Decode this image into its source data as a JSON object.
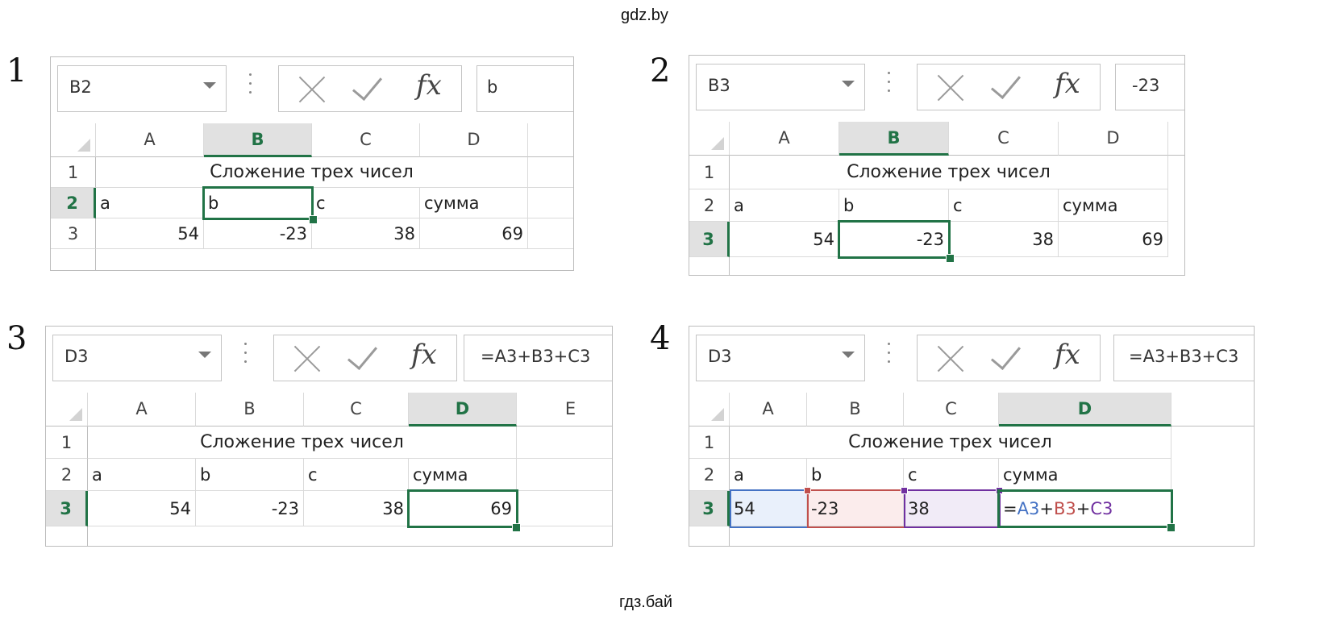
{
  "watermark_top": "gdz.by",
  "watermark_bottom": "гдз.бай",
  "panels": [
    {
      "number": "1",
      "name_box": "B2",
      "formula": "b",
      "columns": [
        "A",
        "B",
        "C",
        "D"
      ],
      "selected_column": "B",
      "rows": [
        "1",
        "2",
        "3"
      ],
      "selected_row": "2",
      "title": "Сложение трех чисел",
      "row2": [
        "a",
        "b",
        "c",
        "сумма"
      ],
      "row3": [
        "54",
        "-23",
        "38",
        "69"
      ]
    },
    {
      "number": "2",
      "name_box": "B3",
      "formula": "-23",
      "columns": [
        "A",
        "B",
        "C",
        "D"
      ],
      "selected_column": "B",
      "rows": [
        "1",
        "2",
        "3"
      ],
      "selected_row": "3",
      "title": "Сложение трех чисел",
      "row2": [
        "a",
        "b",
        "c",
        "сумма"
      ],
      "row3": [
        "54",
        "-23",
        "38",
        "69"
      ]
    },
    {
      "number": "3",
      "name_box": "D3",
      "formula": "=A3+B3+C3",
      "columns": [
        "A",
        "B",
        "C",
        "D",
        "E"
      ],
      "selected_column": "D",
      "rows": [
        "1",
        "2",
        "3"
      ],
      "selected_row": "3",
      "title": "Сложение трех чисел",
      "row2": [
        "a",
        "b",
        "c",
        "сумма"
      ],
      "row3": [
        "54",
        "-23",
        "38",
        "69"
      ]
    },
    {
      "number": "4",
      "name_box": "D3",
      "formula": "=A3+B3+C3",
      "columns": [
        "A",
        "B",
        "C",
        "D"
      ],
      "selected_column": "D",
      "rows": [
        "1",
        "2",
        "3"
      ],
      "selected_row": "3",
      "title": "Сложение трех чисел",
      "row2": [
        "a",
        "b",
        "c",
        "сумма"
      ],
      "row3": [
        "54",
        "-23",
        "38"
      ],
      "edit_formula": {
        "eq": "=",
        "ref1": "A3",
        "plus1": "+",
        "ref2": "B3",
        "plus2": "+",
        "ref3": "C3"
      }
    }
  ],
  "colors": {
    "excel_green": "#217346",
    "ref_a": "#4472c4",
    "ref_b": "#c0504d",
    "ref_c": "#7030a0"
  },
  "icons": [
    "cancel-x-icon",
    "enter-check-icon",
    "insert-function-fx-icon",
    "dropdown-arrow-icon"
  ]
}
